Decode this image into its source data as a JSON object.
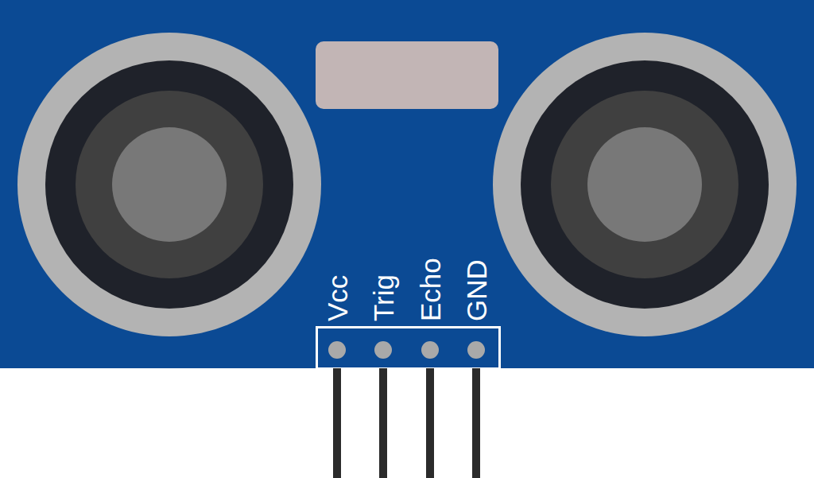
{
  "diagram": {
    "labels": [
      "Vcc",
      "Trig",
      "Echo",
      "GND"
    ]
  }
}
